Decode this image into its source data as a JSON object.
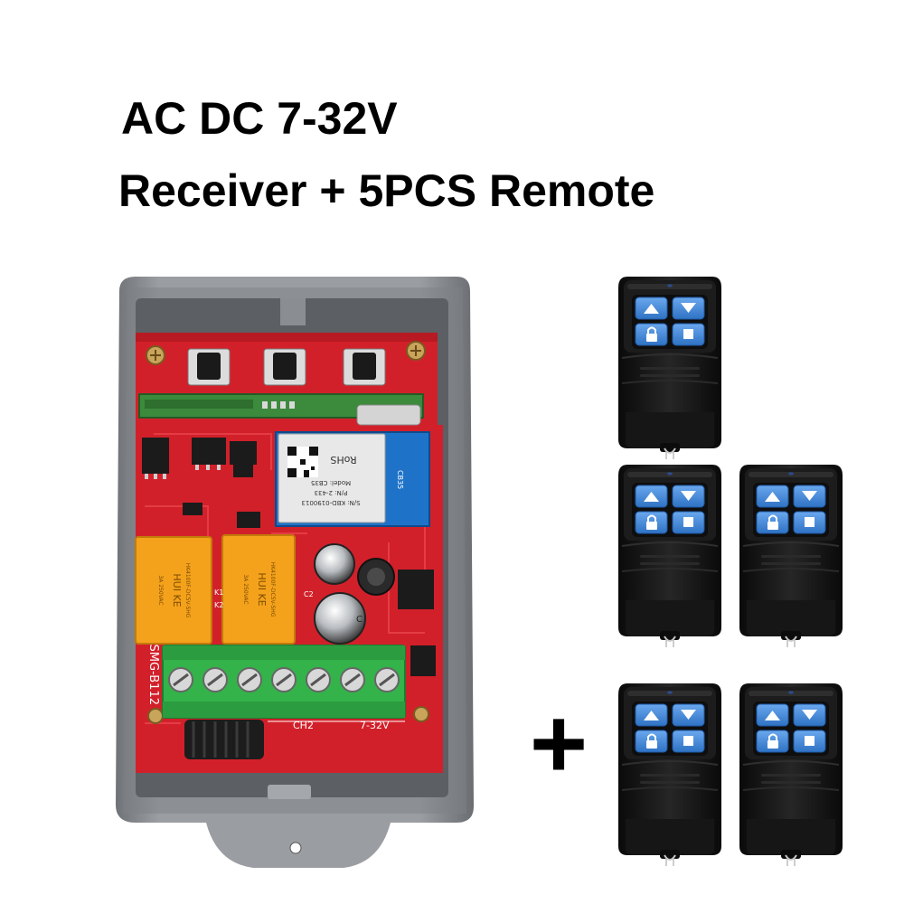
{
  "headline": {
    "line1": "AC DC 7-32V",
    "line2": "Receiver + 5PCS Remote"
  },
  "receiver": {
    "board_labels": {
      "model": "SMG-B112",
      "ch2": "CH2",
      "voltage": "7-32V",
      "c2": "C2",
      "k1": "K1",
      "k2": "K2",
      "c_mark": "C"
    },
    "module_labels": {
      "rohs": "RoHS",
      "sn": "S/N: KBD-0190013",
      "pn": "P/N: 2-433",
      "model": "Model: CB35",
      "side": "CB35"
    },
    "relay_labels": {
      "brand": "HUI KE",
      "part": "HK4100F-DC5V-SHG",
      "rating": "3A 250VAC"
    },
    "terminal_count": 7
  },
  "plus_sign": "+",
  "remotes": {
    "count": 5,
    "button_icons": [
      "arrow-up-icon",
      "arrow-down-icon",
      "lock-icon",
      "stop-square-icon"
    ],
    "colors": {
      "body": "#141414",
      "button": "#4a8fdc",
      "button_edge": "#2b6cb8"
    }
  },
  "colors": {
    "pcb": "#d2202a",
    "housing": "#8a8d92",
    "terminal": "#33b34a",
    "relay": "#f4a21c",
    "module": "#1e73c8"
  }
}
